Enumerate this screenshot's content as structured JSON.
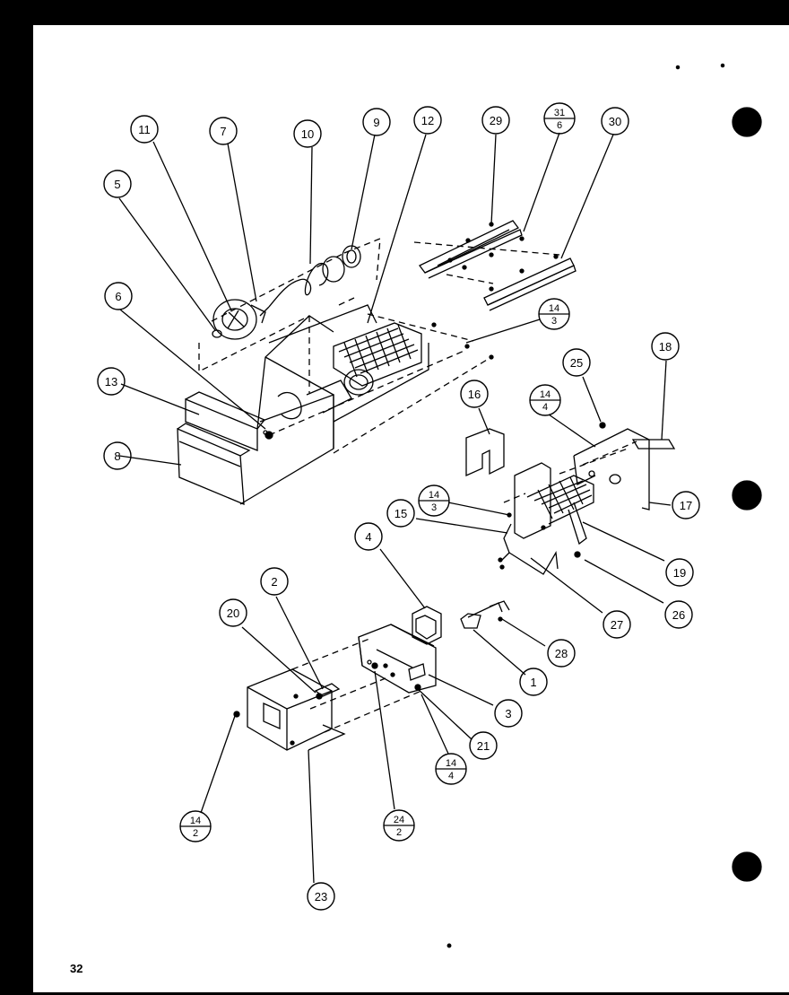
{
  "page": {
    "number": "32"
  },
  "callouts": {
    "c11": "11",
    "c7": "7",
    "c10": "10",
    "c9": "9",
    "c12": "12",
    "c29": "29",
    "c30": "30",
    "c31_top": "31",
    "c31_bottom": "6",
    "c5": "5",
    "c6": "6",
    "c13": "13",
    "c8": "8",
    "c14a_top": "14",
    "c14a_bottom": "3",
    "c16": "16",
    "c25": "25",
    "c18": "18",
    "c14b_top": "14",
    "c14b_bottom": "4",
    "c17": "17",
    "c14c_top": "14",
    "c14c_bottom": "3",
    "c15": "15",
    "c19": "19",
    "c26": "26",
    "c27": "27",
    "c4": "4",
    "c28": "28",
    "c2": "2",
    "c20": "20",
    "c1": "1",
    "c3": "3",
    "c21": "21",
    "c14d_top": "14",
    "c14d_bottom": "4",
    "c14e_top": "14",
    "c14e_bottom": "2",
    "c24_top": "24",
    "c24_bottom": "2",
    "c23": "23"
  },
  "binder_holes": 3
}
